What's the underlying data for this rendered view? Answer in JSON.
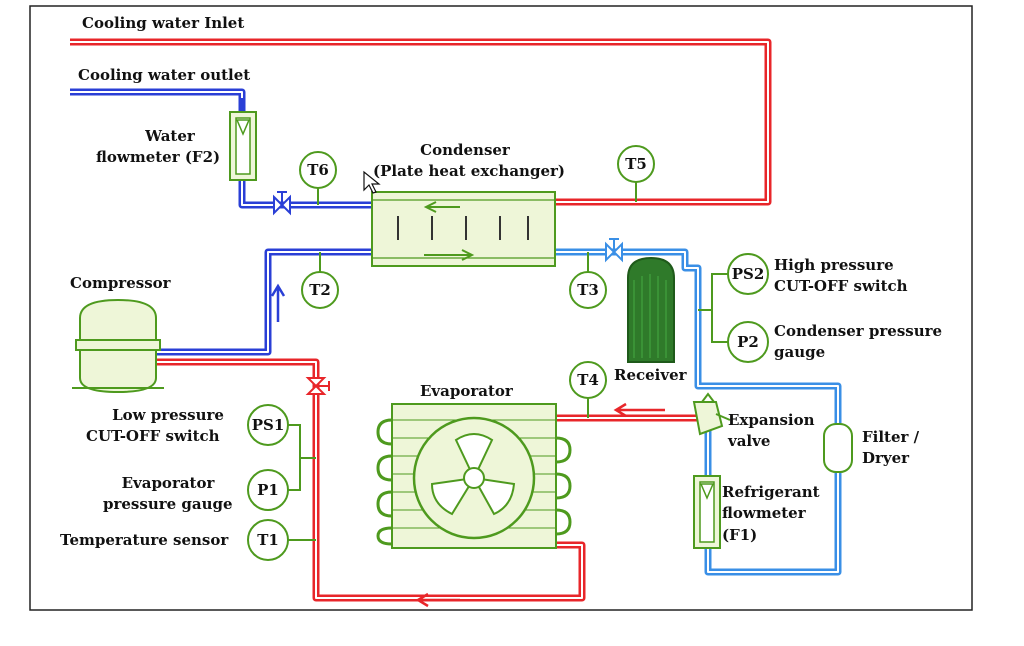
{
  "labels": {
    "cooling_water_inlet": "Cooling water Inlet",
    "cooling_water_outlet": "Cooling water outlet",
    "water_flowmeter_l1": "Water",
    "water_flowmeter_l2": "flowmeter (F2)",
    "condenser_l1": "Condenser",
    "condenser_l2": "(Plate heat exchanger)",
    "compressor": "Compressor",
    "high_pressure_l1": "High pressure",
    "high_pressure_l2": "CUT-OFF switch",
    "condenser_gauge_l1": "Condenser pressure",
    "condenser_gauge_l2": "gauge",
    "receiver": "Receiver",
    "evaporator": "Evaporator",
    "expansion_valve_l1": "Expansion",
    "expansion_valve_l2": "valve",
    "filter_l1": "Filter /",
    "filter_l2": "Dryer",
    "refrigerant_flowmeter_l1": "Refrigerant",
    "refrigerant_flowmeter_l2": "flowmeter",
    "refrigerant_flowmeter_l3": "(F1)",
    "low_pressure_l1": "Low pressure",
    "low_pressure_l2": "CUT-OFF switch",
    "evaporator_gauge_l1": "Evaporator",
    "evaporator_gauge_l2": "pressure gauge",
    "temperature_sensor": "Temperature sensor"
  },
  "gauges": {
    "t6": "T6",
    "t5": "T5",
    "t2": "T2",
    "t3": "T3",
    "t4": "T4",
    "t1": "T1",
    "ps2": "PS2",
    "p2": "P2",
    "ps1": "PS1",
    "p1": "P1"
  },
  "colors": {
    "hot_line": "#e8262a",
    "cold_line": "#2a3fd6",
    "liquid_line": "#3a8fe6",
    "component": "#4e9a1e",
    "component_fill": "#eef6d8",
    "receiver_fill": "#2f7a2a"
  }
}
